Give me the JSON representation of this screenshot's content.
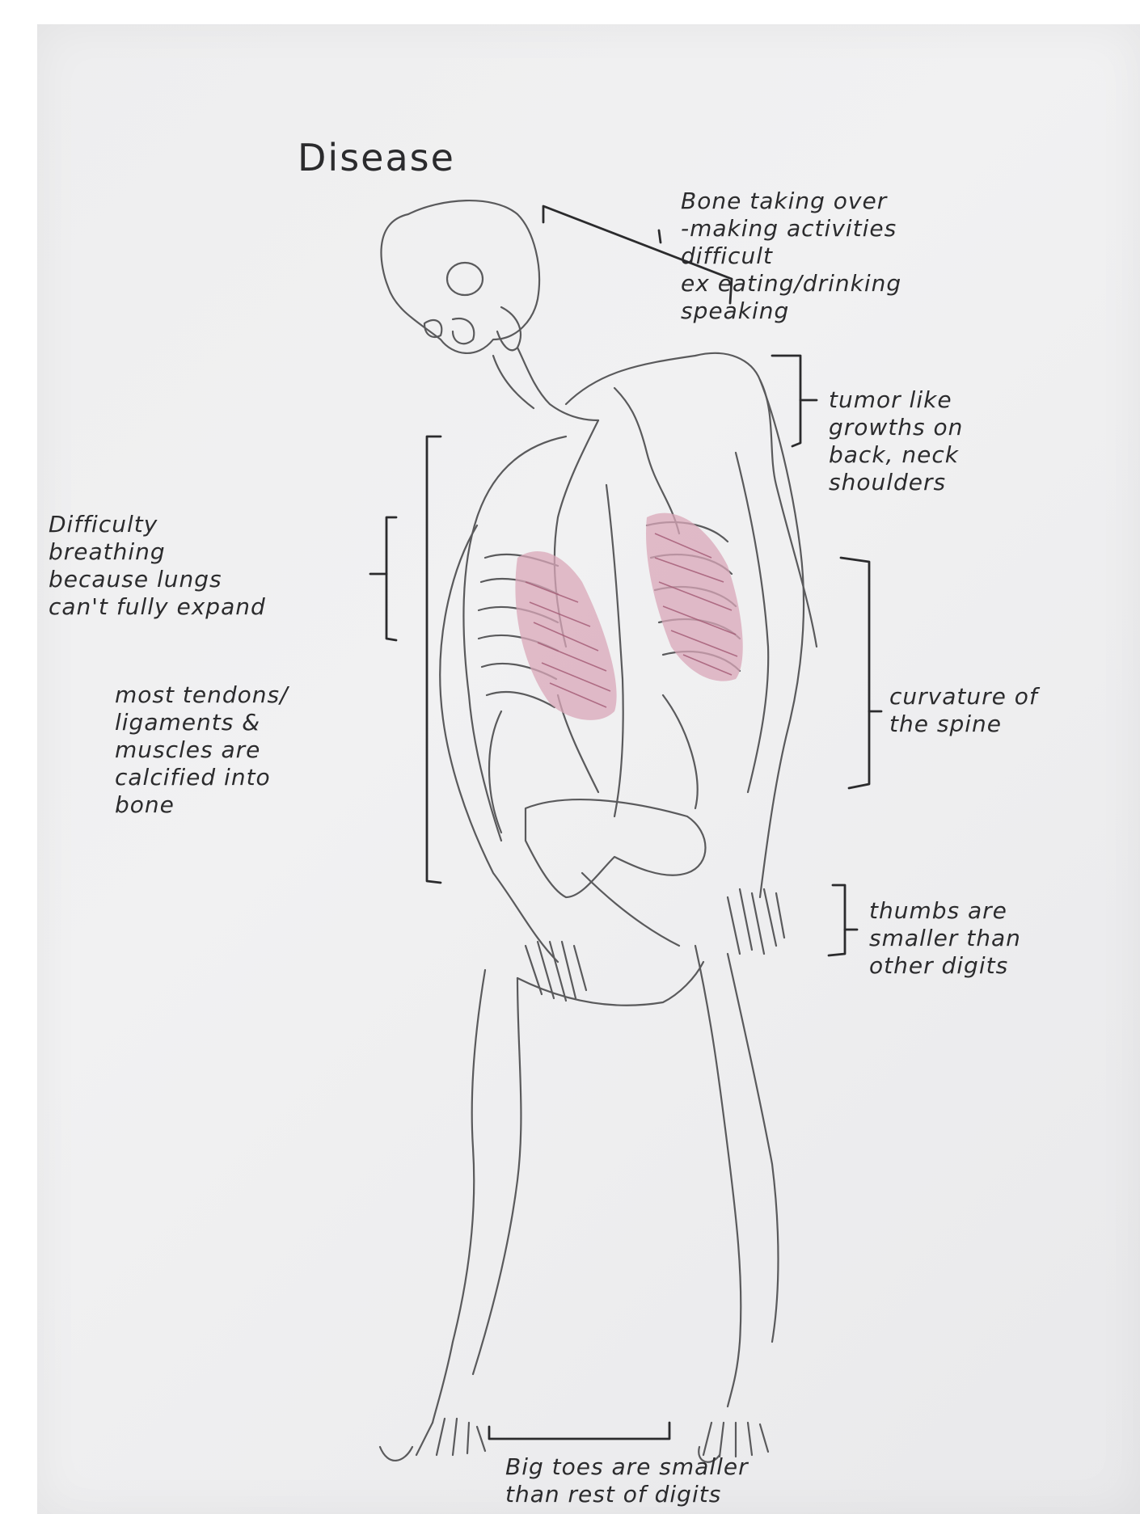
{
  "title": "Disease",
  "annotations": {
    "neck": "Bone taking over\n-making activities\ndifficult\nex eating/drinking\nspeaking",
    "growths": "tumor like\ngrowths on\nback, neck\nshoulders",
    "breathing": "Difficulty\nbreathing\nbecause lungs\ncan't fully expand",
    "calcified": "most tendons/\nligaments &\nmuscles are\ncalcified into\nbone",
    "spine": "curvature of\nthe spine",
    "thumbs": "thumbs are\nsmaller than\nother digits",
    "toes": "Big toes are smaller\nthan rest of digits"
  },
  "colors": {
    "paper": "#eeeeef",
    "pencil": "#5a5a5c",
    "lung_fill": "#d9a7b8",
    "lung_hatch": "#a35a74"
  }
}
